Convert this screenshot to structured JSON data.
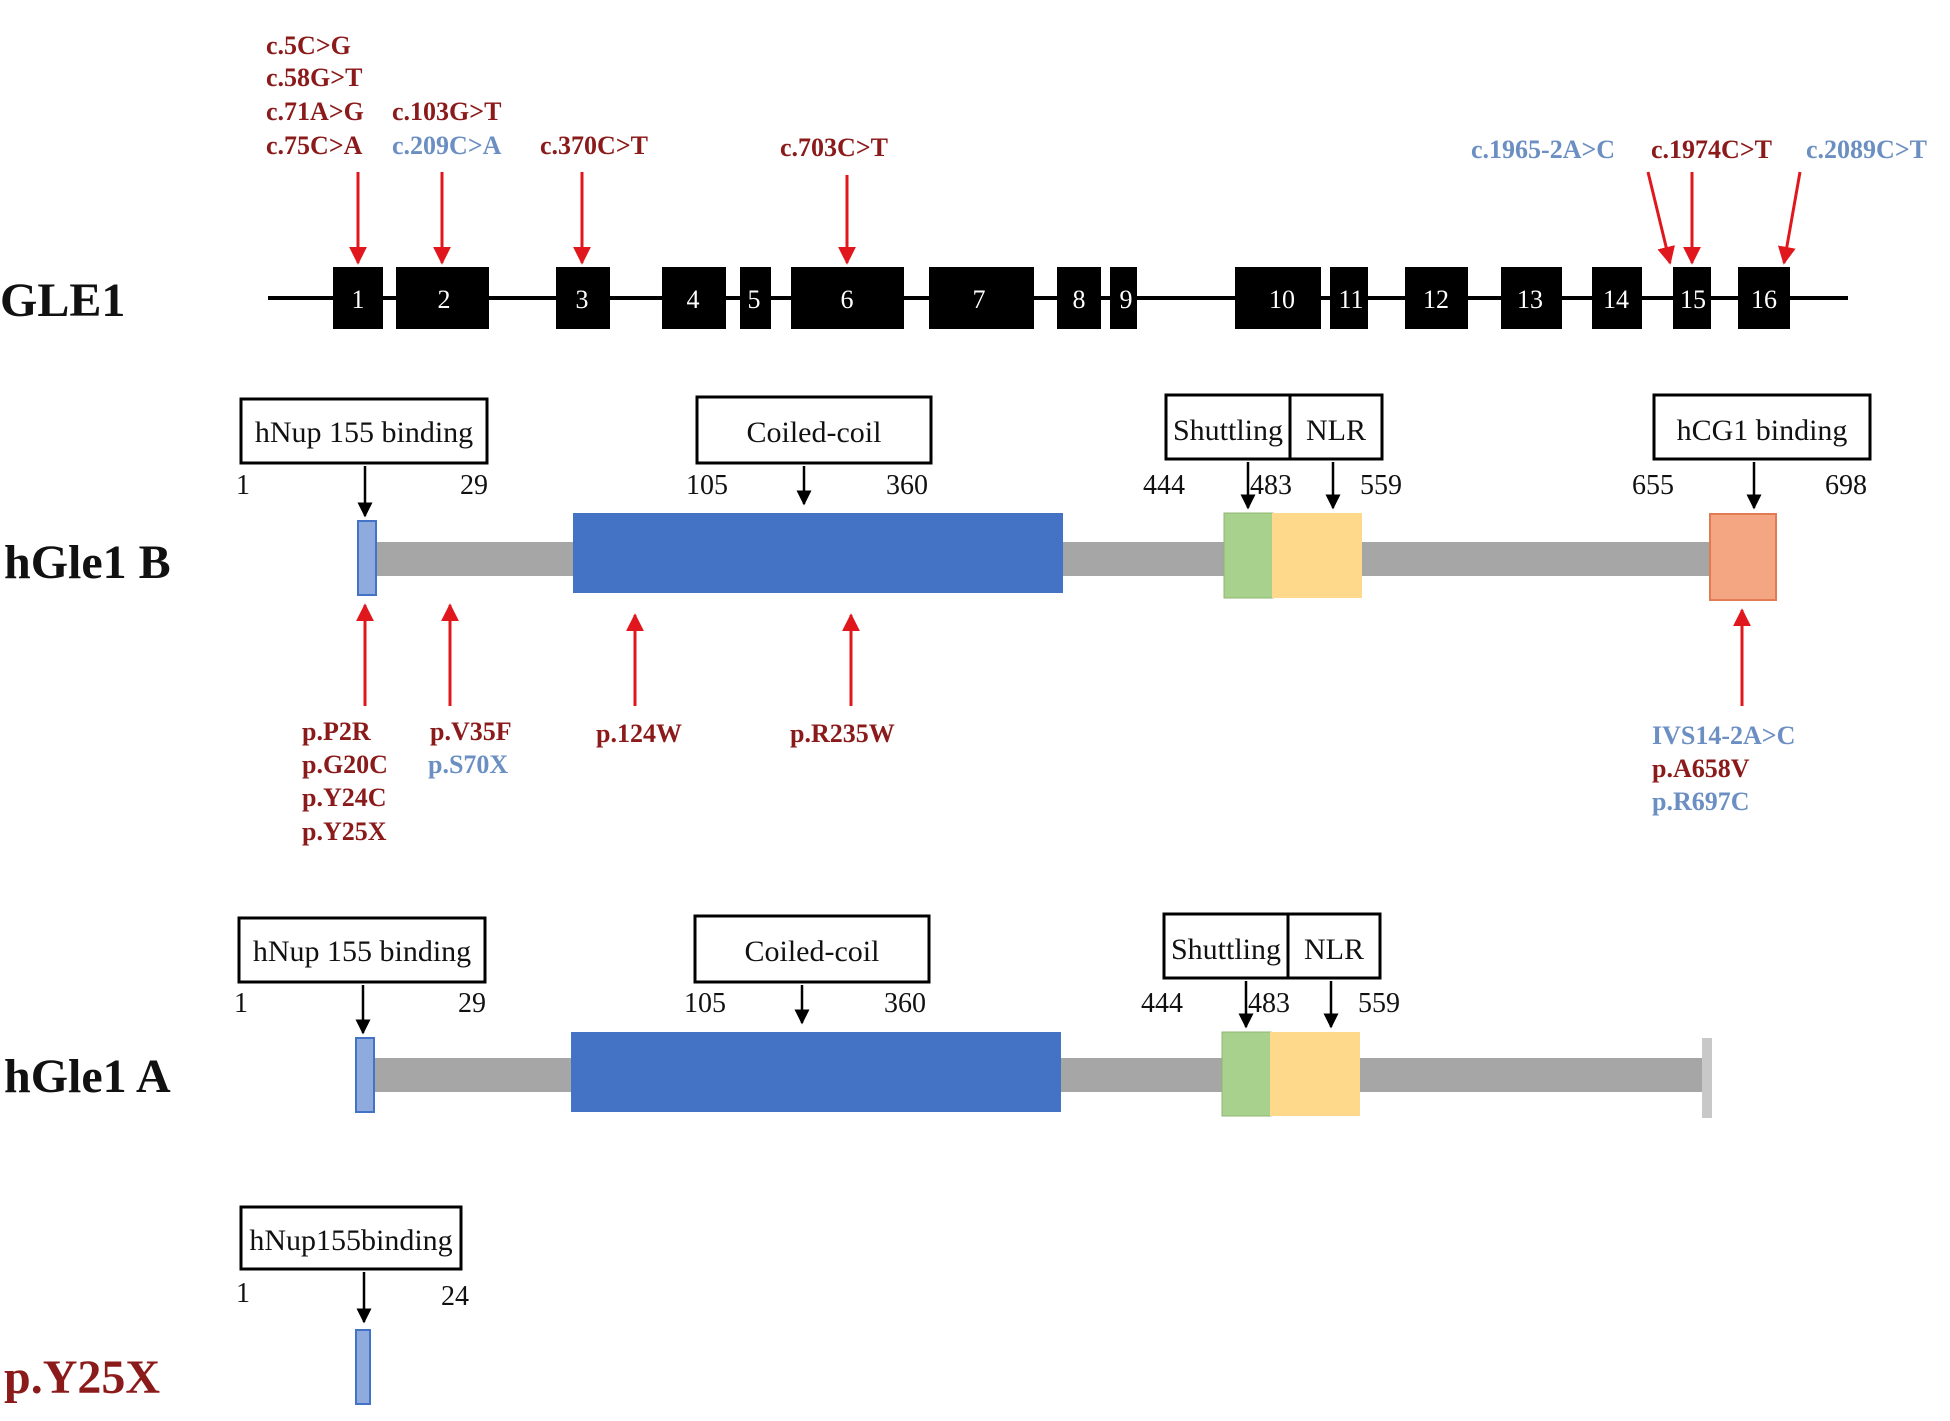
{
  "colors": {
    "dark_red": "#8b1a1a",
    "blue_text": "#6b8fc2",
    "arrow_red": "#e0181e",
    "exon": "#000000",
    "backbone": "#a6a6a6",
    "coiled_coil": "#4472c4",
    "nup_domain": "#8faadc",
    "shuttling": "#a9d18e",
    "nlr": "#ffd98b",
    "hcg1": "#f4a582"
  },
  "gene": {
    "label": "GLE1",
    "exons": [
      "1",
      "2",
      "3",
      "4",
      "5",
      "6",
      "7",
      "8",
      "9",
      "10",
      "11",
      "12",
      "13",
      "14",
      "15",
      "16"
    ],
    "mutation_labels": [
      {
        "text": "c.5C>G",
        "color": "dark_red"
      },
      {
        "text": "c.58G>T",
        "color": "dark_red"
      },
      {
        "text": "c.71A>G",
        "color": "dark_red"
      },
      {
        "text": "c.103G>T",
        "color": "dark_red"
      },
      {
        "text": "c.75C>A",
        "color": "dark_red"
      },
      {
        "text": "c.209C>A",
        "color": "blue_text"
      },
      {
        "text": "c.370C>T",
        "color": "dark_red"
      },
      {
        "text": "c.703C>T",
        "color": "dark_red"
      },
      {
        "text": "c.1965-2A>C",
        "color": "blue_text"
      },
      {
        "text": "c.1974C>T",
        "color": "dark_red"
      },
      {
        "text": "c.2089C>T",
        "color": "blue_text"
      }
    ]
  },
  "proteins": [
    {
      "label": "hGle1 B",
      "domain_labels": [
        "hNup 155 binding",
        "Coiled-coil",
        "Shuttling",
        "NLR",
        "hCG1 binding"
      ],
      "positions": [
        "1",
        "29",
        "105",
        "360",
        "444",
        "483",
        "559",
        "655",
        "698"
      ],
      "mutation_labels": [
        {
          "text": "p.P2R",
          "color": "dark_red"
        },
        {
          "text": "p.G20C",
          "color": "dark_red"
        },
        {
          "text": "p.Y24C",
          "color": "dark_red"
        },
        {
          "text": "p.Y25X",
          "color": "dark_red"
        },
        {
          "text": "p.V35F",
          "color": "dark_red"
        },
        {
          "text": "p.S70X",
          "color": "blue_text"
        },
        {
          "text": "p.124W",
          "color": "dark_red"
        },
        {
          "text": "p.R235W",
          "color": "dark_red"
        },
        {
          "text": "IVS14-2A>C",
          "color": "blue_text"
        },
        {
          "text": "p.A658V",
          "color": "dark_red"
        },
        {
          "text": "p.R697C",
          "color": "blue_text"
        }
      ]
    },
    {
      "label": "hGle1 A",
      "domain_labels": [
        "hNup 155 binding",
        "Coiled-coil",
        "Shuttling",
        "NLR"
      ],
      "positions": [
        "1",
        "29",
        "105",
        "360",
        "444",
        "483",
        "559"
      ]
    },
    {
      "label": "p.Y25X",
      "domain_labels": [
        "hNup155binding"
      ],
      "positions": [
        "1",
        "24"
      ]
    }
  ]
}
